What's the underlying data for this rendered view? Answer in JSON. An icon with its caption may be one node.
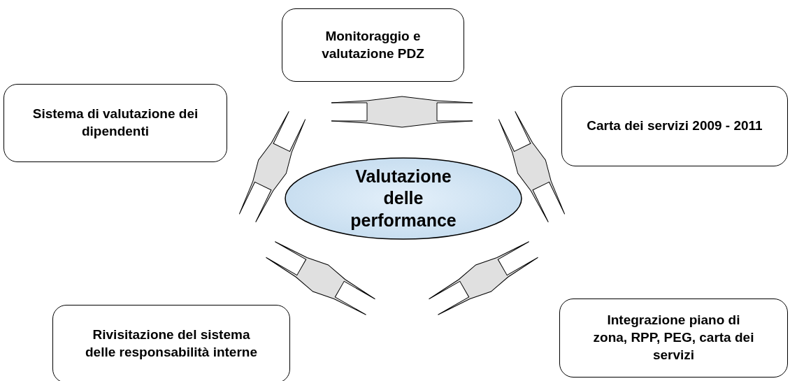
{
  "diagram": {
    "nodes": [
      {
        "text": [
          "Monitoraggio e valutazione PDZ"
        ]
      },
      {
        "text": [
          "Sistema di valutazione dei dipendenti"
        ]
      },
      {
        "text": [
          "Carta dei servizi 2009 - 2011"
        ]
      },
      {
        "text": [
          "Valutazione delle performance"
        ]
      },
      {
        "text": [
          "Rivisitazione del sistema delle responsabilità interne"
        ]
      },
      {
        "text": [
          "Integrazione piano di zona, RPP, PEG, carta dei servizi"
        ]
      }
    ]
  }
}
